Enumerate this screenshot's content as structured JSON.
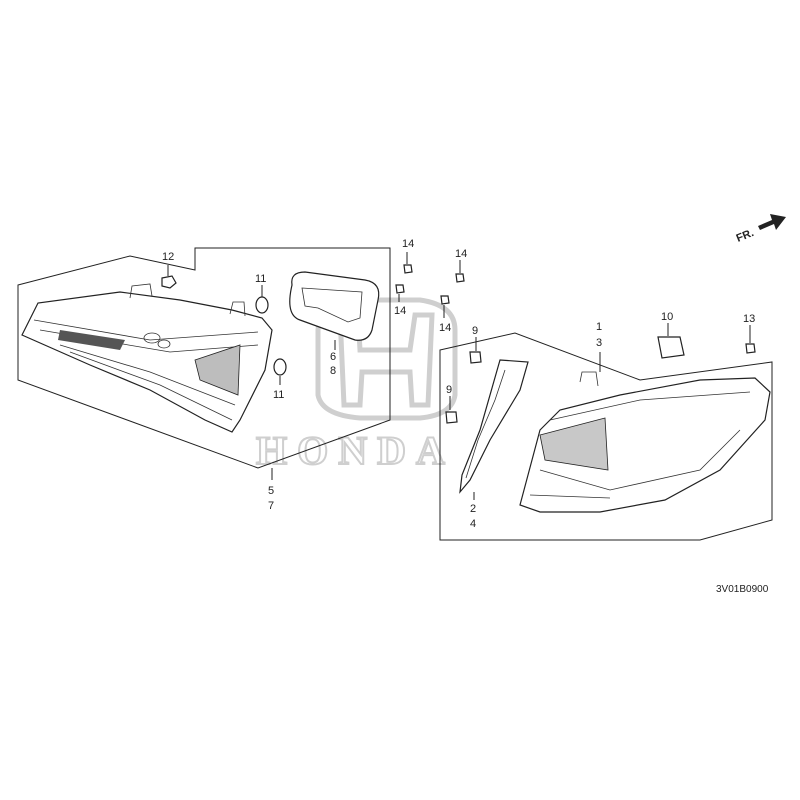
{
  "watermark": {
    "brand": "HONDA"
  },
  "direction": {
    "label": "FR."
  },
  "diagram_code": "3V01B0900",
  "callouts": {
    "c1": "1",
    "c3": "3",
    "c2": "2",
    "c4": "4",
    "c5": "5",
    "c7": "7",
    "c6": "6",
    "c8": "8",
    "c9a": "9",
    "c9b": "9",
    "c10": "10",
    "c11a": "11",
    "c11b": "11",
    "c12": "12",
    "c13": "13",
    "c14a": "14",
    "c14b": "14",
    "c14c": "14",
    "c14d": "14"
  },
  "icons": {
    "direction_arrow": "arrow-right-icon",
    "logo": "honda-h-logo"
  }
}
